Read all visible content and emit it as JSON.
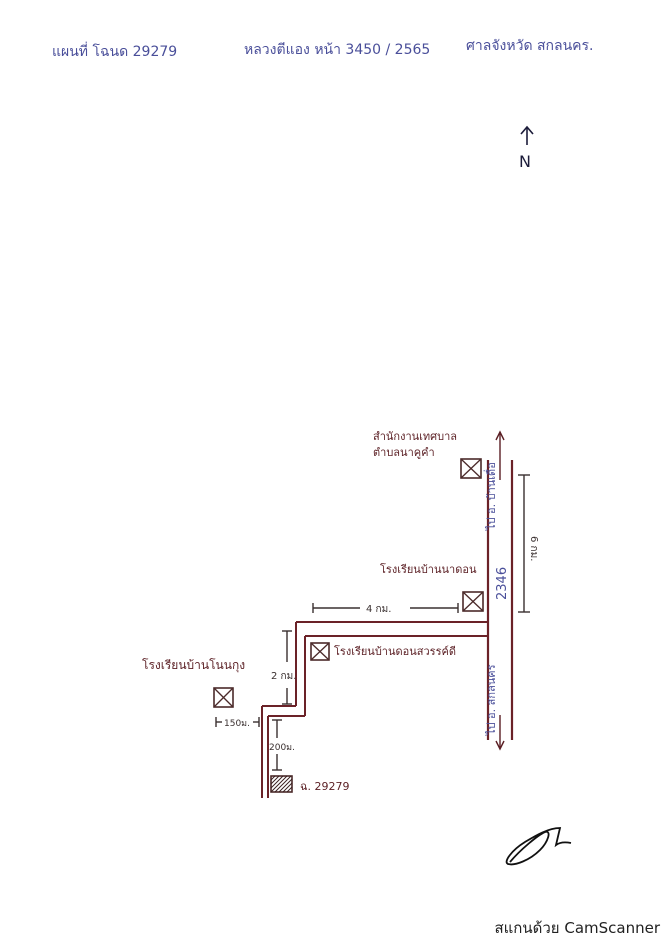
{
  "header": {
    "map_title": "แผนที่ โฉนด 29279",
    "land_ref": "หลวงตีแอง หน้า 3450 / 2565",
    "office": "ศาลจังหวัด สกลนคร."
  },
  "north": "N",
  "labels": {
    "municipal_office": [
      "สำนักงานเทศบาล",
      "ตำบลนาคูคำ"
    ],
    "school_top": "โรงเรียนบ้านนาดอน",
    "school_mid": "โรงเรียนบ้านดอนสวรรค์ดี",
    "school_left": "โรงเรียนบ้านโนนกุง",
    "parcel": "ฉ. 29279",
    "road_to_north": "ไป อ. บ้านเดื่อ",
    "road_to_south": "ไป อ. สกลนคร",
    "highway_no": "2346"
  },
  "distances": {
    "east_6km": "6 กม.",
    "east_4km": "4 กม.",
    "north_2km": "2 กม.",
    "west_150m": "150ม.",
    "south_200m": "200ม."
  },
  "signature": "signature",
  "footer_text": "สแกนด้วย CamScanner"
}
